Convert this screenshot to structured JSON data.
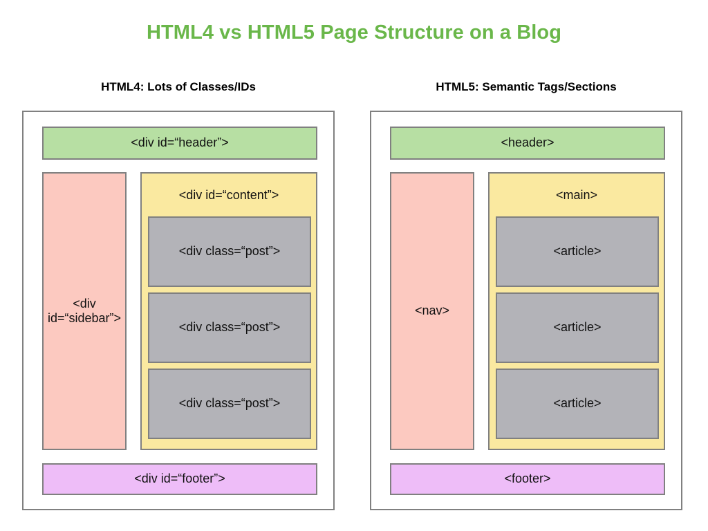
{
  "title": "HTML4 vs HTML5 Page Structure on a Blog",
  "title_color": "#6ab74a",
  "columns": {
    "left": {
      "heading": "HTML4: Lots of Classes/IDs",
      "header_box": "<div id=“header”>",
      "sidebar_box": "<div id=“sidebar”>",
      "content_box": "<div id=“content”>",
      "posts": [
        "<div class=“post”>",
        "<div class=“post”>",
        "<div class=“post”>"
      ],
      "footer_box": "<div id=“footer”>"
    },
    "right": {
      "heading": "HTML5: Semantic Tags/Sections",
      "header_box": "<header>",
      "sidebar_box": "<nav>",
      "content_box": "<main>",
      "posts": [
        "<article>",
        "<article>",
        "<article>"
      ],
      "footer_box": "<footer>"
    }
  },
  "colors": {
    "header": "#b7dfa3",
    "nav": "#fcc9c0",
    "main": "#fae9a0",
    "article": "#b3b3b8",
    "footer": "#eebdf8",
    "border": "#808080"
  }
}
